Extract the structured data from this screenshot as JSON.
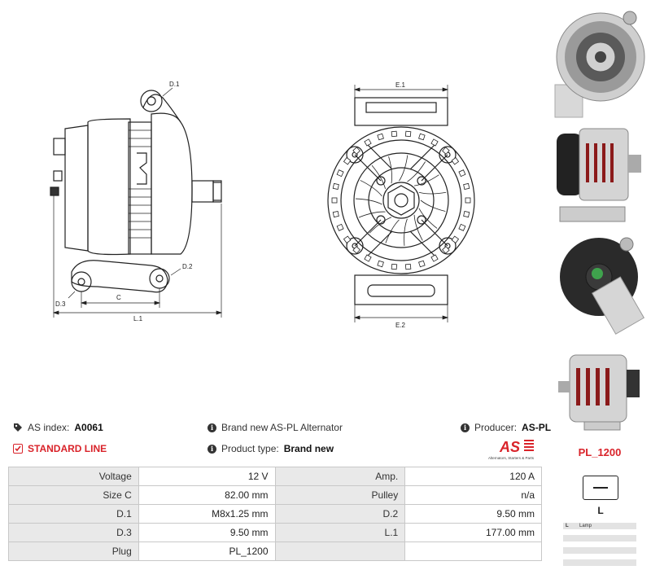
{
  "drawing": {
    "labels": {
      "d1": "D.1",
      "d2": "D.2",
      "d3": "D.3",
      "c": "C",
      "l1": "L.1",
      "e1": "E.1",
      "e2": "E.2"
    }
  },
  "info": {
    "as_index_label": "AS index:",
    "as_index_value": "A0061",
    "brand_text": "Brand new AS-PL Alternator",
    "producer_label": "Producer:",
    "producer_value": "AS-PL",
    "standard_line": "STANDARD LINE",
    "product_type_label": "Product type:",
    "product_type_value": "Brand new",
    "logo_text": "AS",
    "logo_subtitle": "Alternators, Starters & Parts",
    "plug_code": "PL_1200"
  },
  "specs": [
    {
      "k1": "Voltage",
      "v1": "12 V",
      "k2": "Amp.",
      "v2": "120 A"
    },
    {
      "k1": "Size C",
      "v1": "82.00 mm",
      "k2": "Pulley",
      "v2": "n/a"
    },
    {
      "k1": "D.1",
      "v1": "M8x1.25 mm",
      "k2": "D.2",
      "v2": "9.50 mm"
    },
    {
      "k1": "D.3",
      "v1": "9.50 mm",
      "k2": "L.1",
      "v2": "177.00 mm"
    },
    {
      "k1": "Plug",
      "v1": "PL_1200",
      "k2": "",
      "v2": ""
    }
  ],
  "plug": {
    "letter": "L",
    "legend": [
      {
        "pin": "L",
        "desc": "Lamp"
      },
      {
        "pin": "",
        "desc": ""
      },
      {
        "pin": "",
        "desc": ""
      },
      {
        "pin": "",
        "desc": ""
      }
    ]
  },
  "colors": {
    "accent_red": "#d9232a",
    "table_key_bg": "#e9e9e9",
    "table_border": "#c8c8c8"
  }
}
